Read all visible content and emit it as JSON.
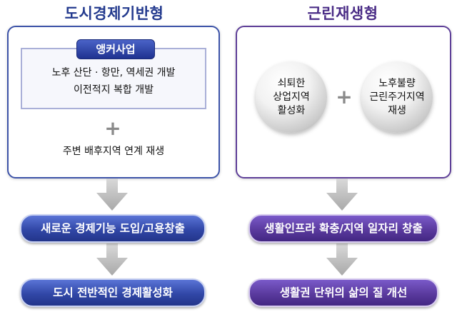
{
  "left": {
    "title": "도시경제기반형",
    "anchor_label": "앵커사업",
    "anchor_lines": [
      "노후 산단 · 항만, 역세권 개발",
      "이전적지 복합 개발"
    ],
    "plus": "+",
    "note": "주변 배후지역 연계 재생",
    "result1": "새로운 경제기능 도입/고용창출",
    "result2": "도시 전반적인 경제활성화"
  },
  "right": {
    "title": "근린재생형",
    "sphere1": [
      "쇠퇴한",
      "상업지역",
      "활성화"
    ],
    "plus": "+",
    "sphere2": [
      "노후불량",
      "근린주거지역",
      "재생"
    ],
    "result1": "생활인프라 확충/지역 일자리 창출",
    "result2": "생활권 단위의 삶의 질 개선"
  },
  "colors": {
    "blue_accent": "#3147a7",
    "purple_accent": "#5a3a9e",
    "arrow_gray": "#bdbdbd"
  }
}
